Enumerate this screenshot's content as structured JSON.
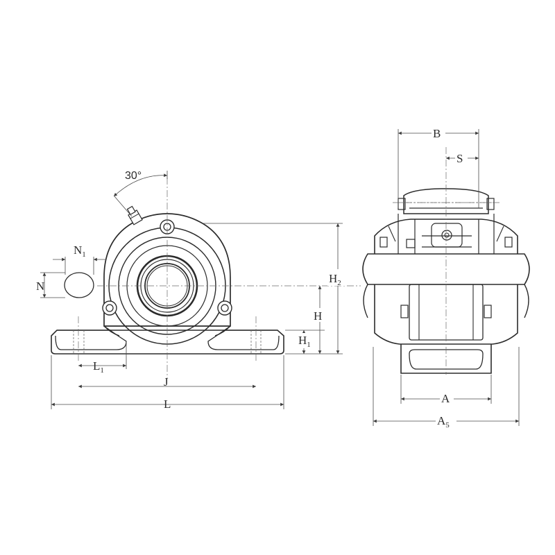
{
  "front_view": {
    "angle_label": "30°",
    "labels": {
      "N1": {
        "main": "N",
        "sub": "1"
      },
      "N": {
        "main": "N"
      },
      "L1": {
        "main": "L",
        "sub": "1"
      },
      "J": {
        "main": "J"
      },
      "L": {
        "main": "L"
      },
      "H2": {
        "main": "H",
        "sub": "2"
      },
      "H": {
        "main": "H"
      },
      "H1": {
        "main": "H",
        "sub": "1"
      }
    }
  },
  "side_view": {
    "labels": {
      "B": {
        "main": "B"
      },
      "S": {
        "main": "S"
      },
      "A": {
        "main": "A"
      },
      "A5": {
        "main": "A",
        "sub": "5"
      }
    }
  },
  "colors": {
    "ink": "#2b2b2b",
    "background": "#ffffff"
  }
}
